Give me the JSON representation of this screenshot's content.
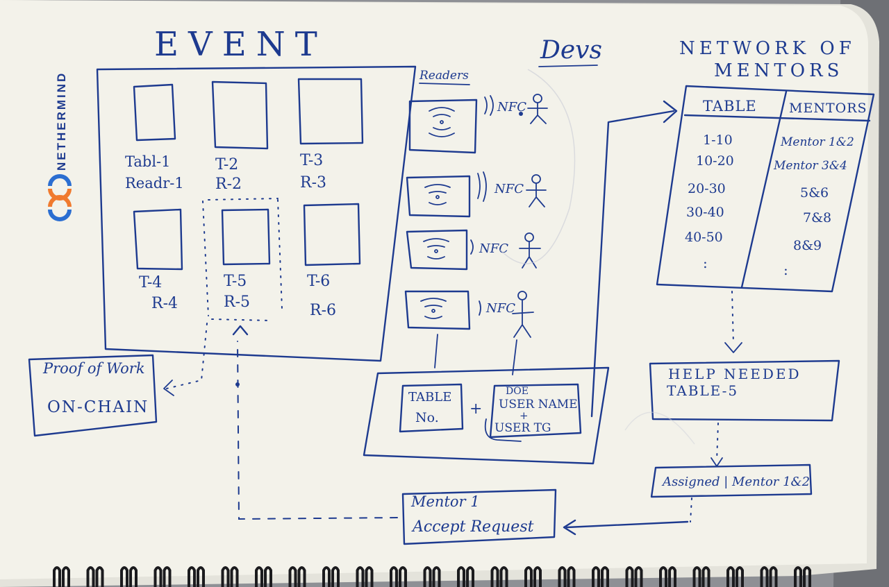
{
  "brand": {
    "logo_text": "NETHERMIND",
    "colors": {
      "orange": "#f07a2e",
      "blue": "#2b6ed1",
      "ink": "#1d3a8f",
      "paper": "#f3f2ea"
    }
  },
  "event": {
    "title": "EVENT",
    "tables": [
      {
        "table": "Tabl-1",
        "reader": "Readr-1"
      },
      {
        "table": "T-2",
        "reader": "R-2"
      },
      {
        "table": "T-3",
        "reader": "R-3"
      },
      {
        "table": "T-4",
        "reader": "R-4"
      },
      {
        "table": "T-5",
        "reader": "R-5"
      },
      {
        "table": "T-6",
        "reader": "R-6"
      }
    ]
  },
  "devs": {
    "title": "Devs",
    "readers_label": "Readers",
    "nfc_label": "NFC",
    "payload_table": [
      "TABLE",
      "No."
    ],
    "payload_plus": "+",
    "payload_user": [
      "DOE",
      "USER NAME",
      "+",
      "USER TG"
    ]
  },
  "proof": {
    "lines": [
      "Proof of Work",
      "ON-CHAIN"
    ]
  },
  "network": {
    "title_lines": [
      "NETWORK OF",
      "MENTORS"
    ],
    "header_table": "TABLE",
    "header_mentors": "MENTORS",
    "rows": [
      {
        "table": "1-10",
        "mentors": "Mentor 1&2"
      },
      {
        "table": "10-20",
        "mentors": "Mentor 3&4"
      },
      {
        "table": "20-30",
        "mentors": "5&6"
      },
      {
        "table": "30-40",
        "mentors": "7&8"
      },
      {
        "table": "40-50",
        "mentors": "8&9"
      }
    ],
    "ellipsis": ":"
  },
  "help": {
    "lines": [
      "HELP NEEDED",
      "TABLE-5"
    ]
  },
  "assigned": {
    "text": "Assigned | Mentor 1&2"
  },
  "mentor_accept": {
    "lines": [
      "Mentor 1",
      "Accept Request"
    ]
  }
}
